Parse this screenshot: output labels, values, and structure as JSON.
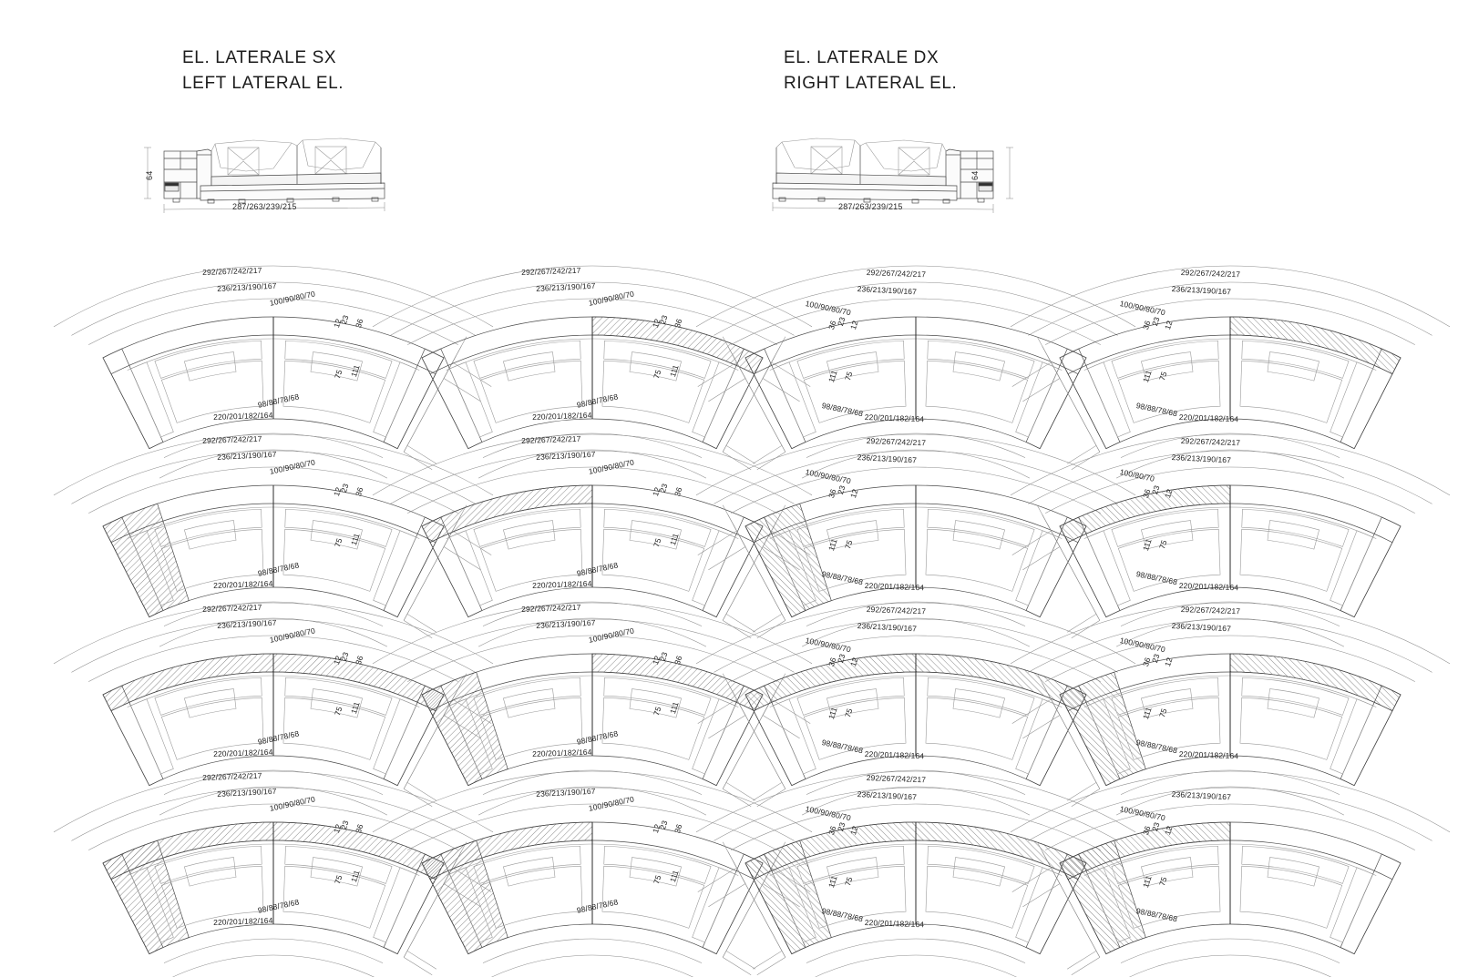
{
  "sheet": {
    "title_block": {
      "left_elevation": {
        "line1": "EL. LATERALE SX",
        "line2": "LEFT LATERAL EL."
      },
      "right_elevation": {
        "line1": "EL. LATERALE DX",
        "line2": "RIGHT LATERAL EL."
      }
    },
    "elevations": [
      {
        "id": "left-lateral",
        "hand": "left",
        "width_dimension": "287/263/239/215",
        "height_dimension": "64"
      },
      {
        "id": "right-lateral",
        "hand": "right",
        "width_dimension": "287/263/239/215",
        "height_dimension": "64"
      }
    ],
    "dimension_strings": {
      "outer_back_arc": "292/267/242/217",
      "mid_back_arc": "236/213/190/167",
      "inner_back_arc": "100/90/80/70",
      "seat_front_arc": "98/88/78/68",
      "outer_front_arc": "220/201/182/164",
      "depth_a": "12",
      "depth_b": "23",
      "depth_c": "36",
      "depth_d": "75",
      "depth_e": "111"
    },
    "plan_grid": {
      "columns": 4,
      "rows": 4,
      "column_hands": [
        "left",
        "left",
        "right",
        "right"
      ],
      "cells": [
        {
          "row": 1,
          "col": 1,
          "hand": "left",
          "hatch": "none",
          "labels": {
            "outer_back_arc": "292/267/242/217",
            "mid_back_arc": "236/213/190/167",
            "inner_back_arc": "100/90/80/70",
            "seat_front_arc": "98/88/78/68",
            "outer_front_arc": "220/201/182/164",
            "depths": [
              "12",
              "23",
              "36",
              "75",
              "111"
            ]
          }
        },
        {
          "row": 1,
          "col": 2,
          "hand": "left",
          "hatch": "back-right",
          "labels": {
            "outer_back_arc": "292/267/242/217",
            "mid_back_arc": "236/213/190/167",
            "inner_back_arc": "100/90/80/70",
            "seat_front_arc": "98/88/78/68",
            "outer_front_arc": "220/201/182/164",
            "depths": [
              "12",
              "23",
              "36",
              "75",
              "111"
            ]
          }
        },
        {
          "row": 1,
          "col": 3,
          "hand": "right",
          "hatch": "none",
          "labels": {
            "outer_back_arc": "292/267/242/217",
            "mid_back_arc": "236/213/190/167",
            "inner_back_arc": "100/90/80/70",
            "seat_front_arc": "98/88/78/68",
            "outer_front_arc": "220/201/182/164",
            "depths": [
              "23",
              "36",
              "12",
              "111",
              "75"
            ]
          }
        },
        {
          "row": 1,
          "col": 4,
          "hand": "right",
          "hatch": "back-left",
          "labels": {
            "outer_back_arc": "292/267/242/217",
            "mid_back_arc": "236/213/190/167",
            "inner_back_arc": "100/90/80/70",
            "seat_front_arc": "98/88/78/68",
            "outer_front_arc": "220/201/182/164",
            "depths": [
              "23",
              "36",
              "12",
              "111",
              "75"
            ]
          }
        },
        {
          "row": 2,
          "col": 1,
          "hand": "left",
          "hatch": "arm-left",
          "labels": {
            "outer_back_arc": "292/267/242/217",
            "mid_back_arc": "236/213/190/167",
            "inner_back_arc": "100/90/80/70",
            "seat_front_arc": "98/88/78/68",
            "outer_front_arc": "220/201/182/164",
            "depths": [
              "12",
              "23",
              "36",
              "75",
              "111"
            ]
          }
        },
        {
          "row": 2,
          "col": 2,
          "hand": "left",
          "hatch": "back-left",
          "labels": {
            "outer_back_arc": "292/267/242/217",
            "mid_back_arc": "236/213/190/167",
            "inner_back_arc": "100/90/80/70",
            "seat_front_arc": "98/88/78/68",
            "outer_front_arc": "220/201/182/164",
            "depths": [
              "12",
              "23",
              "36",
              "75",
              "111"
            ]
          }
        },
        {
          "row": 2,
          "col": 3,
          "hand": "right",
          "hatch": "arm-right",
          "labels": {
            "outer_back_arc": "292/267/242/217",
            "mid_back_arc": "236/213/190/167",
            "inner_back_arc": "100/90/80/70",
            "seat_front_arc": "98/88/78/68",
            "outer_front_arc": "220/201/182/164",
            "depths": [
              "23",
              "36",
              "12",
              "111",
              "75"
            ]
          }
        },
        {
          "row": 2,
          "col": 4,
          "hand": "right",
          "hatch": "back-right",
          "labels": {
            "outer_back_arc": "292/267/242/217",
            "mid_back_arc": "236/213/190/167",
            "inner_back_arc": "100/80/70",
            "seat_front_arc": "98/88/78/68",
            "outer_front_arc": "220/201/182/164",
            "depths": [
              "23",
              "36",
              "12",
              "111",
              "75"
            ]
          }
        },
        {
          "row": 3,
          "col": 1,
          "hand": "left",
          "hatch": "back-full",
          "labels": {
            "outer_back_arc": "292/267/242/217",
            "mid_back_arc": "236/213/190/167",
            "inner_back_arc": "100/90/80/70",
            "seat_front_arc": "98/88/78/68",
            "outer_front_arc": "220/201/182/164",
            "depths": [
              "12",
              "23",
              "36",
              "75",
              "111"
            ]
          }
        },
        {
          "row": 3,
          "col": 2,
          "hand": "left",
          "hatch": "arm-left-back-right",
          "labels": {
            "outer_back_arc": "292/267/242/217",
            "mid_back_arc": "236/213/190/167",
            "inner_back_arc": "100/90/80/70",
            "seat_front_arc": "98/88/78/68",
            "outer_front_arc": "220/201/182/164",
            "depths": [
              "12",
              "23",
              "36",
              "75",
              "111"
            ]
          }
        },
        {
          "row": 3,
          "col": 3,
          "hand": "right",
          "hatch": "back-full",
          "labels": {
            "outer_back_arc": "292/267/242/217",
            "mid_back_arc": "236/213/190/167",
            "inner_back_arc": "100/90/80/70",
            "seat_front_arc": "98/88/78/68",
            "outer_front_arc": "220/201/182/164",
            "depths": [
              "23",
              "36",
              "12",
              "111",
              "75"
            ]
          }
        },
        {
          "row": 3,
          "col": 4,
          "hand": "right",
          "hatch": "arm-right-back-left",
          "labels": {
            "outer_back_arc": "292/267/242/217",
            "mid_back_arc": "236/213/190/167",
            "inner_back_arc": "100/90/80/70",
            "seat_front_arc": "98/88/78/68",
            "outer_front_arc": "220/201/182/164",
            "depths": [
              "23",
              "36",
              "12",
              "111",
              "75"
            ]
          }
        },
        {
          "row": 4,
          "col": 1,
          "hand": "left",
          "hatch": "back-full-arm-left",
          "labels": {
            "outer_back_arc": "292/267/242/217",
            "mid_back_arc": "236/213/190/167",
            "inner_back_arc": "100/90/80/70",
            "seat_front_arc": "98/88/78/68",
            "outer_front_arc": "220/201/182/164",
            "depths": [
              "12",
              "23",
              "36",
              "75",
              "111"
            ]
          }
        },
        {
          "row": 4,
          "col": 2,
          "hand": "left",
          "hatch": "back-left-arm-left",
          "labels": {
            "outer_back_arc": "",
            "mid_back_arc": "236/213/190/167",
            "inner_back_arc": "100/90/80/70",
            "seat_front_arc": "98/88/78/68",
            "outer_front_arc": "",
            "depths": [
              "12",
              "23",
              "36",
              "75",
              "111"
            ]
          }
        },
        {
          "row": 4,
          "col": 3,
          "hand": "right",
          "hatch": "back-full-arm-right",
          "labels": {
            "outer_back_arc": "292/267/242/217",
            "mid_back_arc": "236/213/190/167",
            "inner_back_arc": "100/90/80/70",
            "seat_front_arc": "98/88/78/68",
            "outer_front_arc": "220/201/182/164",
            "depths": [
              "23",
              "36",
              "12",
              "111",
              "75"
            ]
          }
        },
        {
          "row": 4,
          "col": 4,
          "hand": "right",
          "hatch": "back-right-arm-right",
          "labels": {
            "outer_back_arc": "",
            "mid_back_arc": "236/213/190/167",
            "inner_back_arc": "100/90/80/70",
            "seat_front_arc": "98/88/78/68",
            "outer_front_arc": "",
            "depths": [
              "23",
              "36",
              "12",
              "111",
              "75"
            ]
          }
        }
      ]
    },
    "colors": {
      "background": "#ffffff",
      "line": "#4a4a4a",
      "line_heavy": "#2b2b2b",
      "line_light": "#9a9a9a",
      "text": "#1c1c1c"
    }
  }
}
